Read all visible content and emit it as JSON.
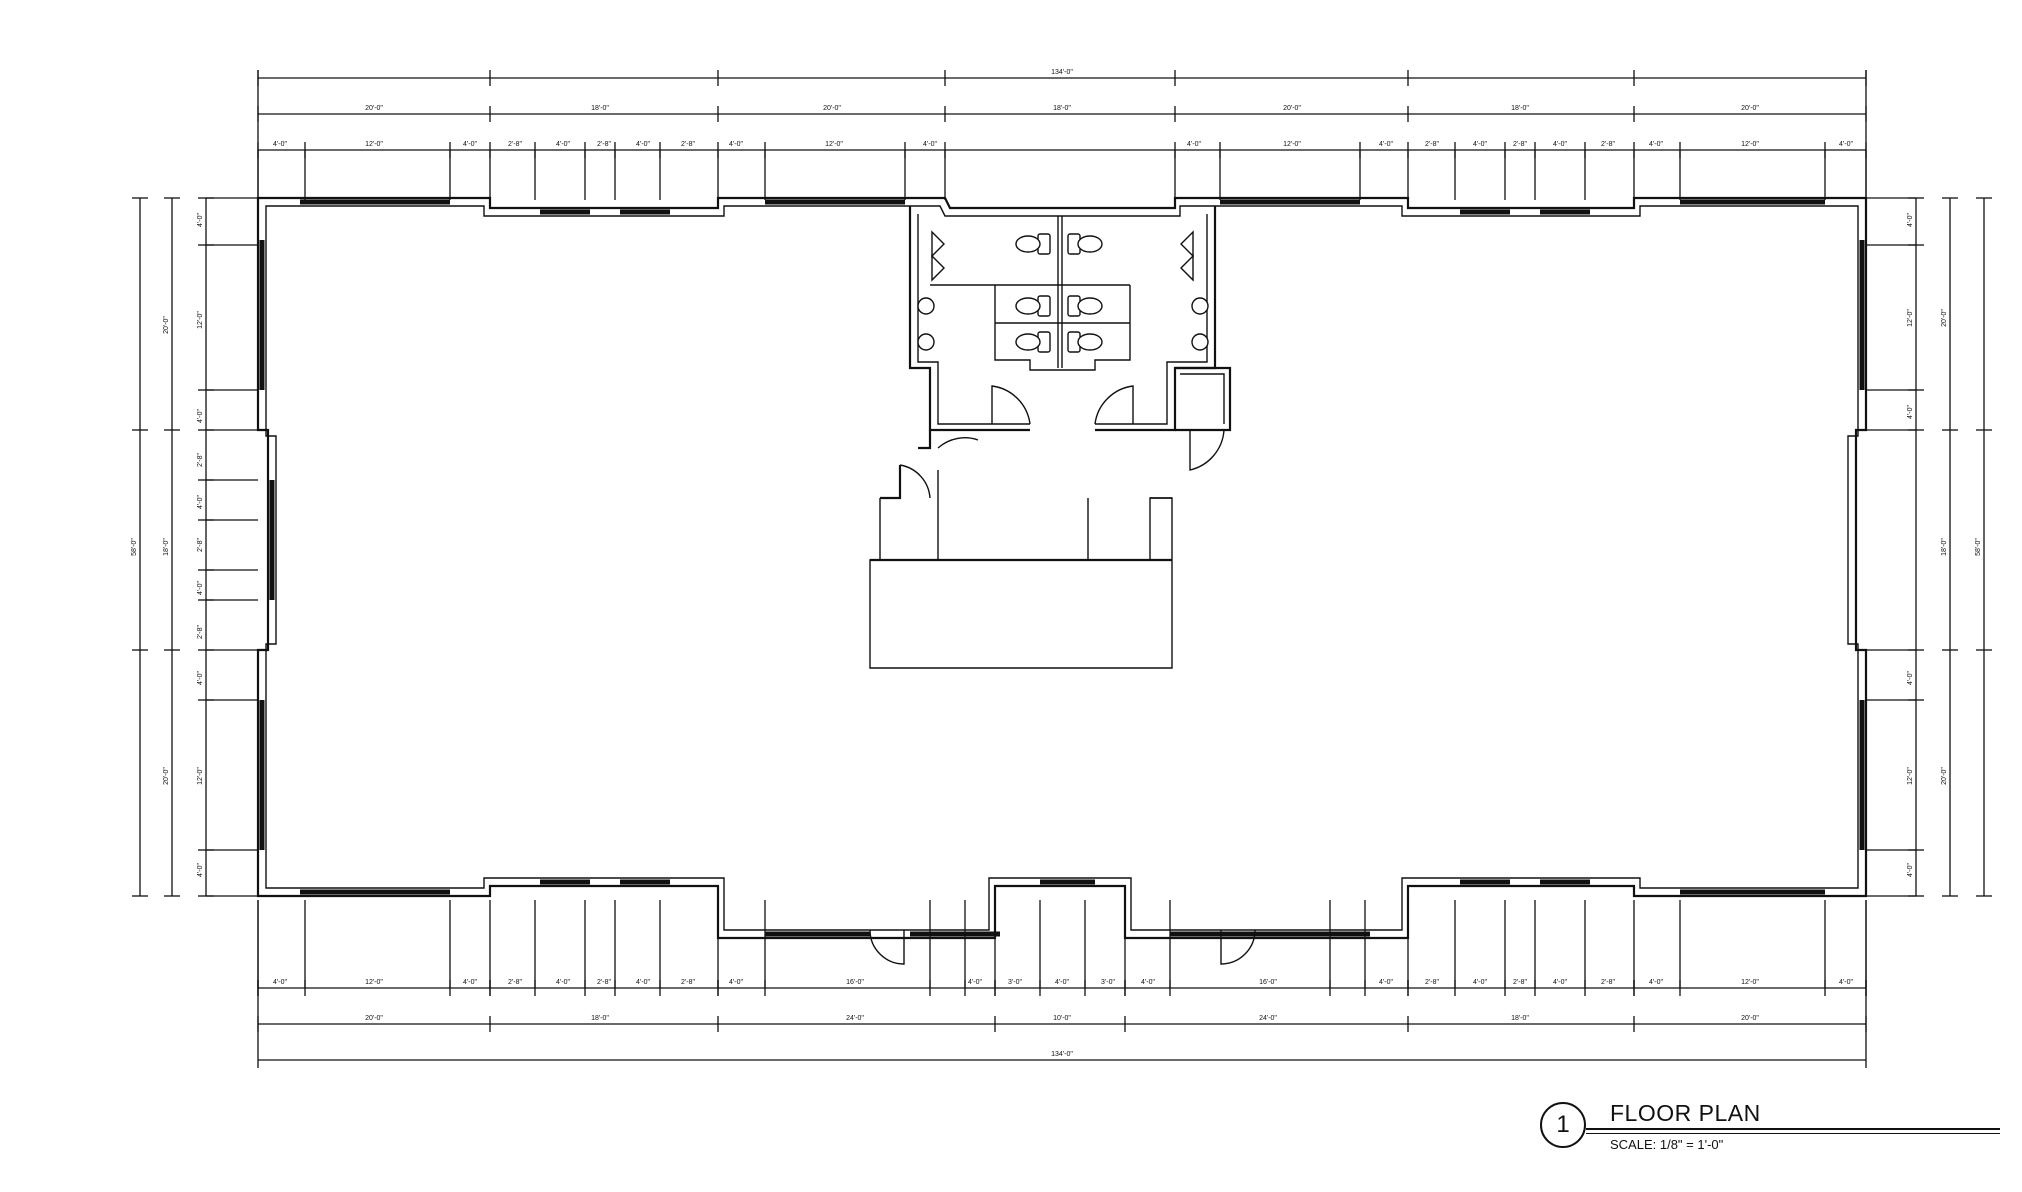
{
  "drawing": {
    "number": "1",
    "title": "FLOOR PLAN",
    "scale": "SCALE: 1/8\" = 1'-0\""
  },
  "dimensions": {
    "top_overall": "134'-0\"",
    "top_segments": [
      "20'-0\"",
      "18'-0\"",
      "20'-0\"",
      "18'-0\"",
      "20'-0\"",
      "18'-0\"",
      "20'-0\""
    ],
    "top_details": [
      "4'-0\"",
      "12'-0\"",
      "4'-0\"",
      "2'-8\"",
      "4'-0\"",
      "2'-8\"",
      "4'-0\"",
      "2'-8\"",
      "4'-0\"",
      "12'-0\"",
      "4'-0\"",
      "4'-0\"",
      "12'-0\"",
      "4'-0\"",
      "2'-8\"",
      "4'-0\"",
      "2'-8\"",
      "4'-0\"",
      "2'-8\"",
      "4'-0\"",
      "12'-0\"",
      "4'-0\""
    ],
    "bottom_overall": "134'-0\"",
    "bottom_segments": [
      "20'-0\"",
      "18'-0\"",
      "24'-0\"",
      "10'-0\"",
      "24'-0\"",
      "18'-0\"",
      "20'-0\""
    ],
    "bottom_details": [
      "4'-0\"",
      "12'-0\"",
      "4'-0\"",
      "2'-8\"",
      "4'-0\"",
      "2'-8\"",
      "4'-0\"",
      "2'-8\"",
      "4'-0\"",
      "16'-0\"",
      "4'-0\"",
      "3'-0\"",
      "4'-0\"",
      "3'-0\"",
      "4'-0\"",
      "16'-0\"",
      "4'-0\"",
      "2'-8\"",
      "4'-0\"",
      "2'-8\"",
      "4'-0\"",
      "2'-8\"",
      "4'-0\"",
      "12'-0\"",
      "4'-0\""
    ],
    "left_overall": "58'-0\"",
    "left_segments": [
      "20'-0\"",
      "18'-0\"",
      "20'-0\""
    ],
    "left_details": [
      "4'-0\"",
      "12'-0\"",
      "4'-0\"",
      "2'-8\"",
      "4'-0\"",
      "2'-8\"",
      "4'-0\"",
      "2'-8\"",
      "4'-0\"",
      "12'-0\"",
      "4'-0\""
    ],
    "right_overall": "58'-0\"",
    "right_segments": [
      "20'-0\"",
      "18'-0\"",
      "20'-0\""
    ],
    "right_details": [
      "4'-0\"",
      "12'-0\"",
      "4'-0\"",
      "4'-0\"",
      "12'-0\"",
      "4'-0\""
    ]
  }
}
